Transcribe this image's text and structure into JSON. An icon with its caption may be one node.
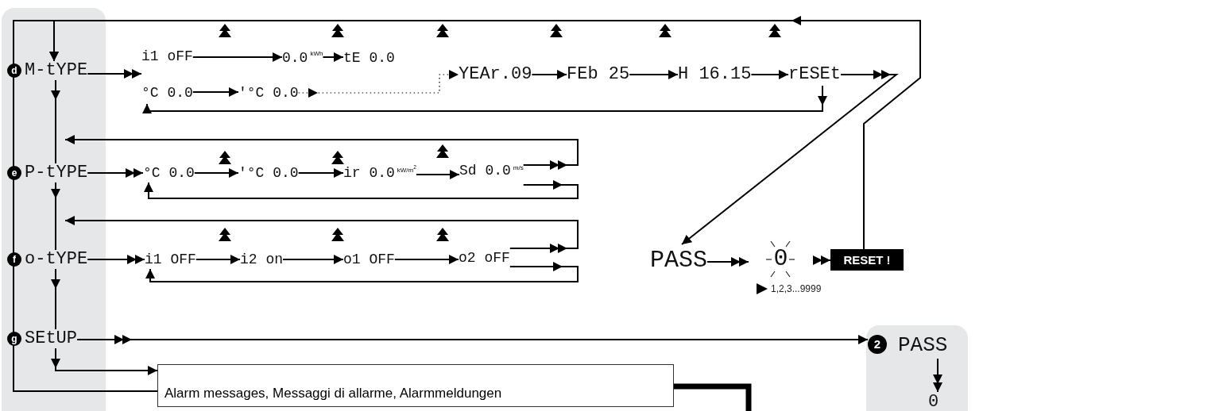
{
  "diagram": {
    "nodes": [
      {
        "text": [],
        "shape": "box"
      },
      {
        "text": [
          "d",
          "M-tYPE"
        ],
        "in": 0
      },
      {
        "text": [
          "e",
          "P-tYPE"
        ],
        "in": 0
      },
      {
        "text": [
          "f",
          "o-tYPE"
        ],
        "in": 0
      },
      {
        "text": [
          "g",
          "SEtUP"
        ],
        "in": 0
      },
      {
        "text": [
          "i1 oFF"
        ]
      },
      {
        "text": [
          "0.0",
          "kWh"
        ]
      },
      {
        "text": [
          "tE 0.0"
        ]
      },
      {
        "text": [
          "°C 0.0"
        ]
      },
      {
        "text": [
          "'°C 0.0"
        ]
      },
      {
        "text": [
          "YEAr.09"
        ]
      },
      {
        "text": [
          "FEb 25"
        ]
      },
      {
        "text": [
          "H 16.15"
        ]
      },
      {
        "text": [
          "rESEt"
        ]
      },
      {
        "text": [
          "°C 0.0"
        ]
      },
      {
        "text": [
          "'°C 0.0"
        ]
      },
      {
        "text": [
          "ir 0.0",
          "kW/m$^{2}$"
        ]
      },
      {
        "text": [
          "Sd 0.0",
          "m/s"
        ]
      },
      {
        "text": [
          "i1 OFF"
        ]
      },
      {
        "text": [
          "i2 on"
        ]
      },
      {
        "text": [
          "o1 OFF"
        ]
      },
      {
        "text": [
          "o2 oFF"
        ]
      },
      {
        "text": [
          "PASS"
        ]
      },
      {
        "text": [
          "0"
        ]
      },
      {
        "text": [
          "RESET !"
        ]
      },
      {
        "text": [
          "Alarm messages, Messaggi di allarme, Alarmmeldungen"
        ]
      },
      {
        "text": [],
        "shape": "box"
      },
      {
        "text": [
          "2",
          "PASS"
        ],
        "in": 26
      },
      {
        "text": [
          "0"
        ],
        "in": 26
      }
    ],
    "edges": [
      {
        "from": 1,
        "to": 2,
        "arrow": "to"
      },
      {
        "from": 2,
        "to": 3,
        "arrow": "to"
      },
      {
        "from": 3,
        "to": 4,
        "arrow": "to"
      },
      {
        "from": 4,
        "to": 25,
        "arrow": "to"
      },
      {
        "from": 25,
        "to": 1,
        "arrow": "to"
      },
      {
        "from": 1,
        "to": 5,
        "arrow": "to"
      },
      {
        "from": 5,
        "to": 6,
        "arrow": "to"
      },
      {
        "from": 6,
        "to": 7,
        "arrow": "to"
      },
      {
        "from": 8,
        "to": 9,
        "arrow": "to"
      },
      {
        "from": 9,
        "to": 10,
        "arrow": "to",
        "style": "dashed"
      },
      {
        "from": 10,
        "to": 11,
        "arrow": "to"
      },
      {
        "from": 11,
        "to": 12,
        "arrow": "to"
      },
      {
        "from": 12,
        "to": 13,
        "arrow": "to"
      },
      {
        "from": 13,
        "to": 22,
        "arrow": "to"
      },
      {
        "from": 13,
        "to": 8,
        "arrow": "to"
      },
      {
        "from": 24,
        "to": 1,
        "arrow": "to"
      },
      {
        "from": 2,
        "to": 14,
        "arrow": "to"
      },
      {
        "from": 14,
        "to": 15,
        "arrow": "to"
      },
      {
        "from": 15,
        "to": 16,
        "arrow": "to"
      },
      {
        "from": 16,
        "to": 17,
        "arrow": "to"
      },
      {
        "from": 17,
        "to": 2,
        "arrow": "to"
      },
      {
        "from": 17,
        "to": 14,
        "arrow": "to"
      },
      {
        "from": 3,
        "to": 18,
        "arrow": "to"
      },
      {
        "from": 18,
        "to": 19,
        "arrow": "to"
      },
      {
        "from": 19,
        "to": 20,
        "arrow": "to"
      },
      {
        "from": 20,
        "to": 21,
        "arrow": "to"
      },
      {
        "from": 21,
        "to": 3,
        "arrow": "to"
      },
      {
        "from": 21,
        "to": 18,
        "arrow": "to"
      },
      {
        "from": 22,
        "to": 23,
        "arrow": "to"
      },
      {
        "from": 23,
        "to": 24,
        "arrow": "to"
      },
      {
        "from": 4,
        "to": 27,
        "arrow": "to"
      },
      {
        "from": 27,
        "to": 28,
        "arrow": "to"
      },
      {
        "from": 25,
        "to": null,
        "arrow": "none",
        "style": "thick"
      }
    ],
    "labels": [
      "1,2,3...9999"
    ]
  }
}
